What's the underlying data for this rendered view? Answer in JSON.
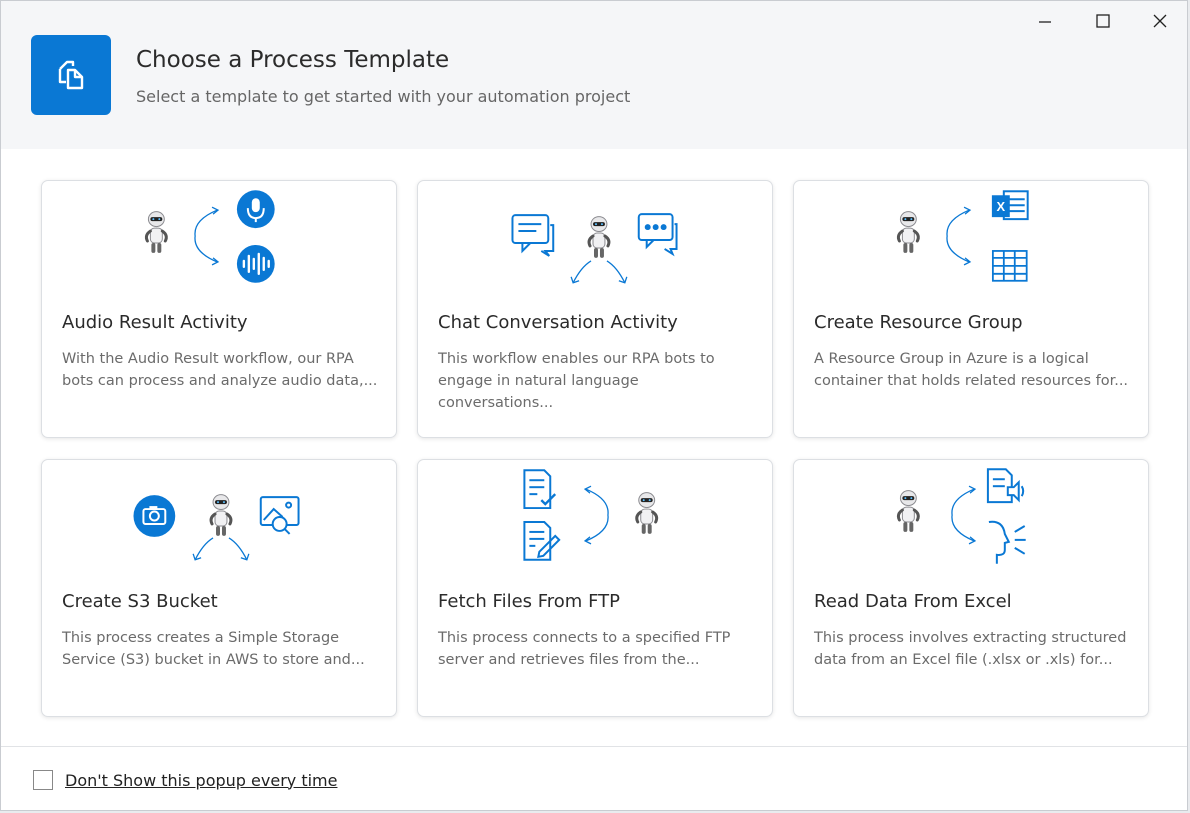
{
  "header": {
    "title": "Choose a Process Template",
    "subtitle": "Select a template to get started with your automation project",
    "logo_icon": "copy-pages-icon",
    "accent": "#0a78d4"
  },
  "window_controls": {
    "minimize_icon": "minimize-icon",
    "maximize_icon": "maximize-icon",
    "close_icon": "close-icon"
  },
  "cards": [
    {
      "title": "Audio Result Activity",
      "desc": "With the Audio Result workflow, our RPA bots can process and analyze audio data,...",
      "icons": [
        "robot-icon",
        "microphone-icon",
        "sound-wave-icon"
      ]
    },
    {
      "title": "Chat Conversation Activity",
      "desc": "This workflow enables our RPA bots to engage in natural language conversations...",
      "icons": [
        "chat-icon",
        "robot-icon",
        "chat-typing-icon"
      ]
    },
    {
      "title": "Create Resource Group",
      "desc": "A Resource Group in Azure is a logical container that holds related resources for...",
      "icons": [
        "robot-icon",
        "excel-icon",
        "table-icon"
      ]
    },
    {
      "title": "Create S3 Bucket",
      "desc": "This process creates a Simple Storage Service (S3) bucket in AWS to store and...",
      "icons": [
        "camera-icon",
        "robot-icon",
        "image-search-icon"
      ]
    },
    {
      "title": "Fetch Files From FTP",
      "desc": "This process connects to a specified FTP server and retrieves files from the...",
      "icons": [
        "document-check-icon",
        "document-edit-icon",
        "robot-icon"
      ]
    },
    {
      "title": "Read Data From Excel",
      "desc": "This process involves extracting structured data from an Excel file (.xlsx or .xls) for...",
      "icons": [
        "robot-icon",
        "document-audio-icon",
        "speaking-head-icon"
      ]
    }
  ],
  "footer": {
    "checkbox_label": "Don't Show this popup every time",
    "checked": false
  }
}
